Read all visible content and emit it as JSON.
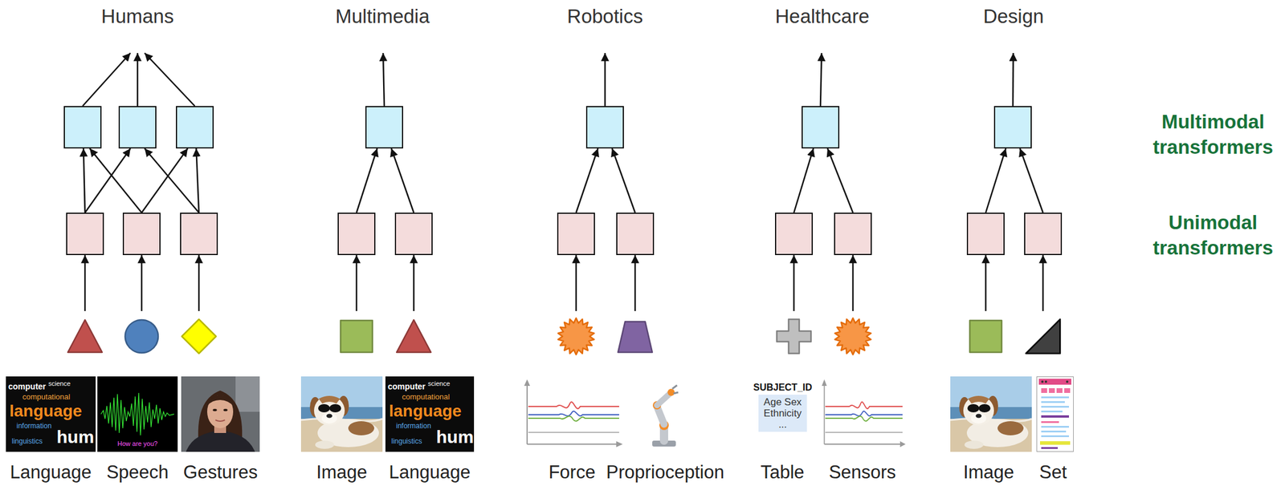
{
  "diagram": {
    "nodes": [
      {
        "text": [
          "Humans"
        ]
      },
      {
        "text": []
      },
      {
        "text": []
      },
      {
        "text": []
      },
      {
        "text": []
      },
      {
        "text": []
      },
      {
        "text": []
      },
      {
        "text": [
          "Language"
        ]
      },
      {
        "text": [
          "Speech"
        ]
      },
      {
        "text": [
          "Gestures"
        ]
      },
      {
        "text": [
          "Multimedia"
        ]
      },
      {
        "text": []
      },
      {
        "text": []
      },
      {
        "text": []
      },
      {
        "text": [
          "Image"
        ]
      },
      {
        "text": [
          "Language"
        ]
      },
      {
        "text": [
          "Robotics"
        ]
      },
      {
        "text": []
      },
      {
        "text": []
      },
      {
        "text": []
      },
      {
        "text": [
          "Force"
        ]
      },
      {
        "text": [
          "Proprioception"
        ]
      },
      {
        "text": [
          "Healthcare"
        ]
      },
      {
        "text": []
      },
      {
        "text": []
      },
      {
        "text": []
      },
      {
        "text": [
          "Table"
        ]
      },
      {
        "text": [
          "Sensors"
        ]
      },
      {
        "text": [
          "SUBJECT_ID",
          "Age Sex Ethnicity ..."
        ],
        "in": 26
      },
      {
        "text": [
          "Design"
        ]
      },
      {
        "text": []
      },
      {
        "text": []
      },
      {
        "text": []
      },
      {
        "text": [
          "Image"
        ]
      },
      {
        "text": [
          "Set"
        ]
      }
    ],
    "edges": [
      {
        "from": 7,
        "to": 4,
        "arrow": "to"
      },
      {
        "from": 8,
        "to": 5,
        "arrow": "to"
      },
      {
        "from": 9,
        "to": 6,
        "arrow": "to"
      },
      {
        "from": 4,
        "to": 1,
        "arrow": "to"
      },
      {
        "from": 4,
        "to": 2,
        "arrow": "to"
      },
      {
        "from": 5,
        "to": 1,
        "arrow": "to"
      },
      {
        "from": 5,
        "to": 3,
        "arrow": "to"
      },
      {
        "from": 6,
        "to": 2,
        "arrow": "to"
      },
      {
        "from": 6,
        "to": 3,
        "arrow": "to"
      },
      {
        "from": 1,
        "to": 0,
        "arrow": "to"
      },
      {
        "from": 2,
        "to": 0,
        "arrow": "to"
      },
      {
        "from": 3,
        "to": 0,
        "arrow": "to"
      },
      {
        "from": 14,
        "to": 12,
        "arrow": "to"
      },
      {
        "from": 15,
        "to": 13,
        "arrow": "to"
      },
      {
        "from": 12,
        "to": 11,
        "arrow": "to"
      },
      {
        "from": 13,
        "to": 11,
        "arrow": "to"
      },
      {
        "from": 11,
        "to": 10,
        "arrow": "to"
      },
      {
        "from": 20,
        "to": 18,
        "arrow": "to"
      },
      {
        "from": 21,
        "to": 19,
        "arrow": "to"
      },
      {
        "from": 18,
        "to": 17,
        "arrow": "to"
      },
      {
        "from": 19,
        "to": 17,
        "arrow": "to"
      },
      {
        "from": 17,
        "to": 16,
        "arrow": "to"
      },
      {
        "from": 26,
        "to": 24,
        "arrow": "to"
      },
      {
        "from": 27,
        "to": 25,
        "arrow": "to"
      },
      {
        "from": 24,
        "to": 23,
        "arrow": "to"
      },
      {
        "from": 25,
        "to": 23,
        "arrow": "to"
      },
      {
        "from": 23,
        "to": 22,
        "arrow": "to"
      },
      {
        "from": 33,
        "to": 31,
        "arrow": "to"
      },
      {
        "from": 34,
        "to": 32,
        "arrow": "to"
      },
      {
        "from": 31,
        "to": 30,
        "arrow": "to"
      },
      {
        "from": 32,
        "to": 30,
        "arrow": "to"
      },
      {
        "from": 30,
        "to": 29,
        "arrow": "to"
      }
    ],
    "labels": [
      "computer",
      "science",
      "computational",
      "language",
      "information",
      "hum",
      "linguistics",
      "How are you?",
      "computer",
      "science",
      "computational",
      "language",
      "information",
      "hum",
      "linguistics",
      "Multimodal transformers",
      "Unimodal transformers"
    ]
  }
}
